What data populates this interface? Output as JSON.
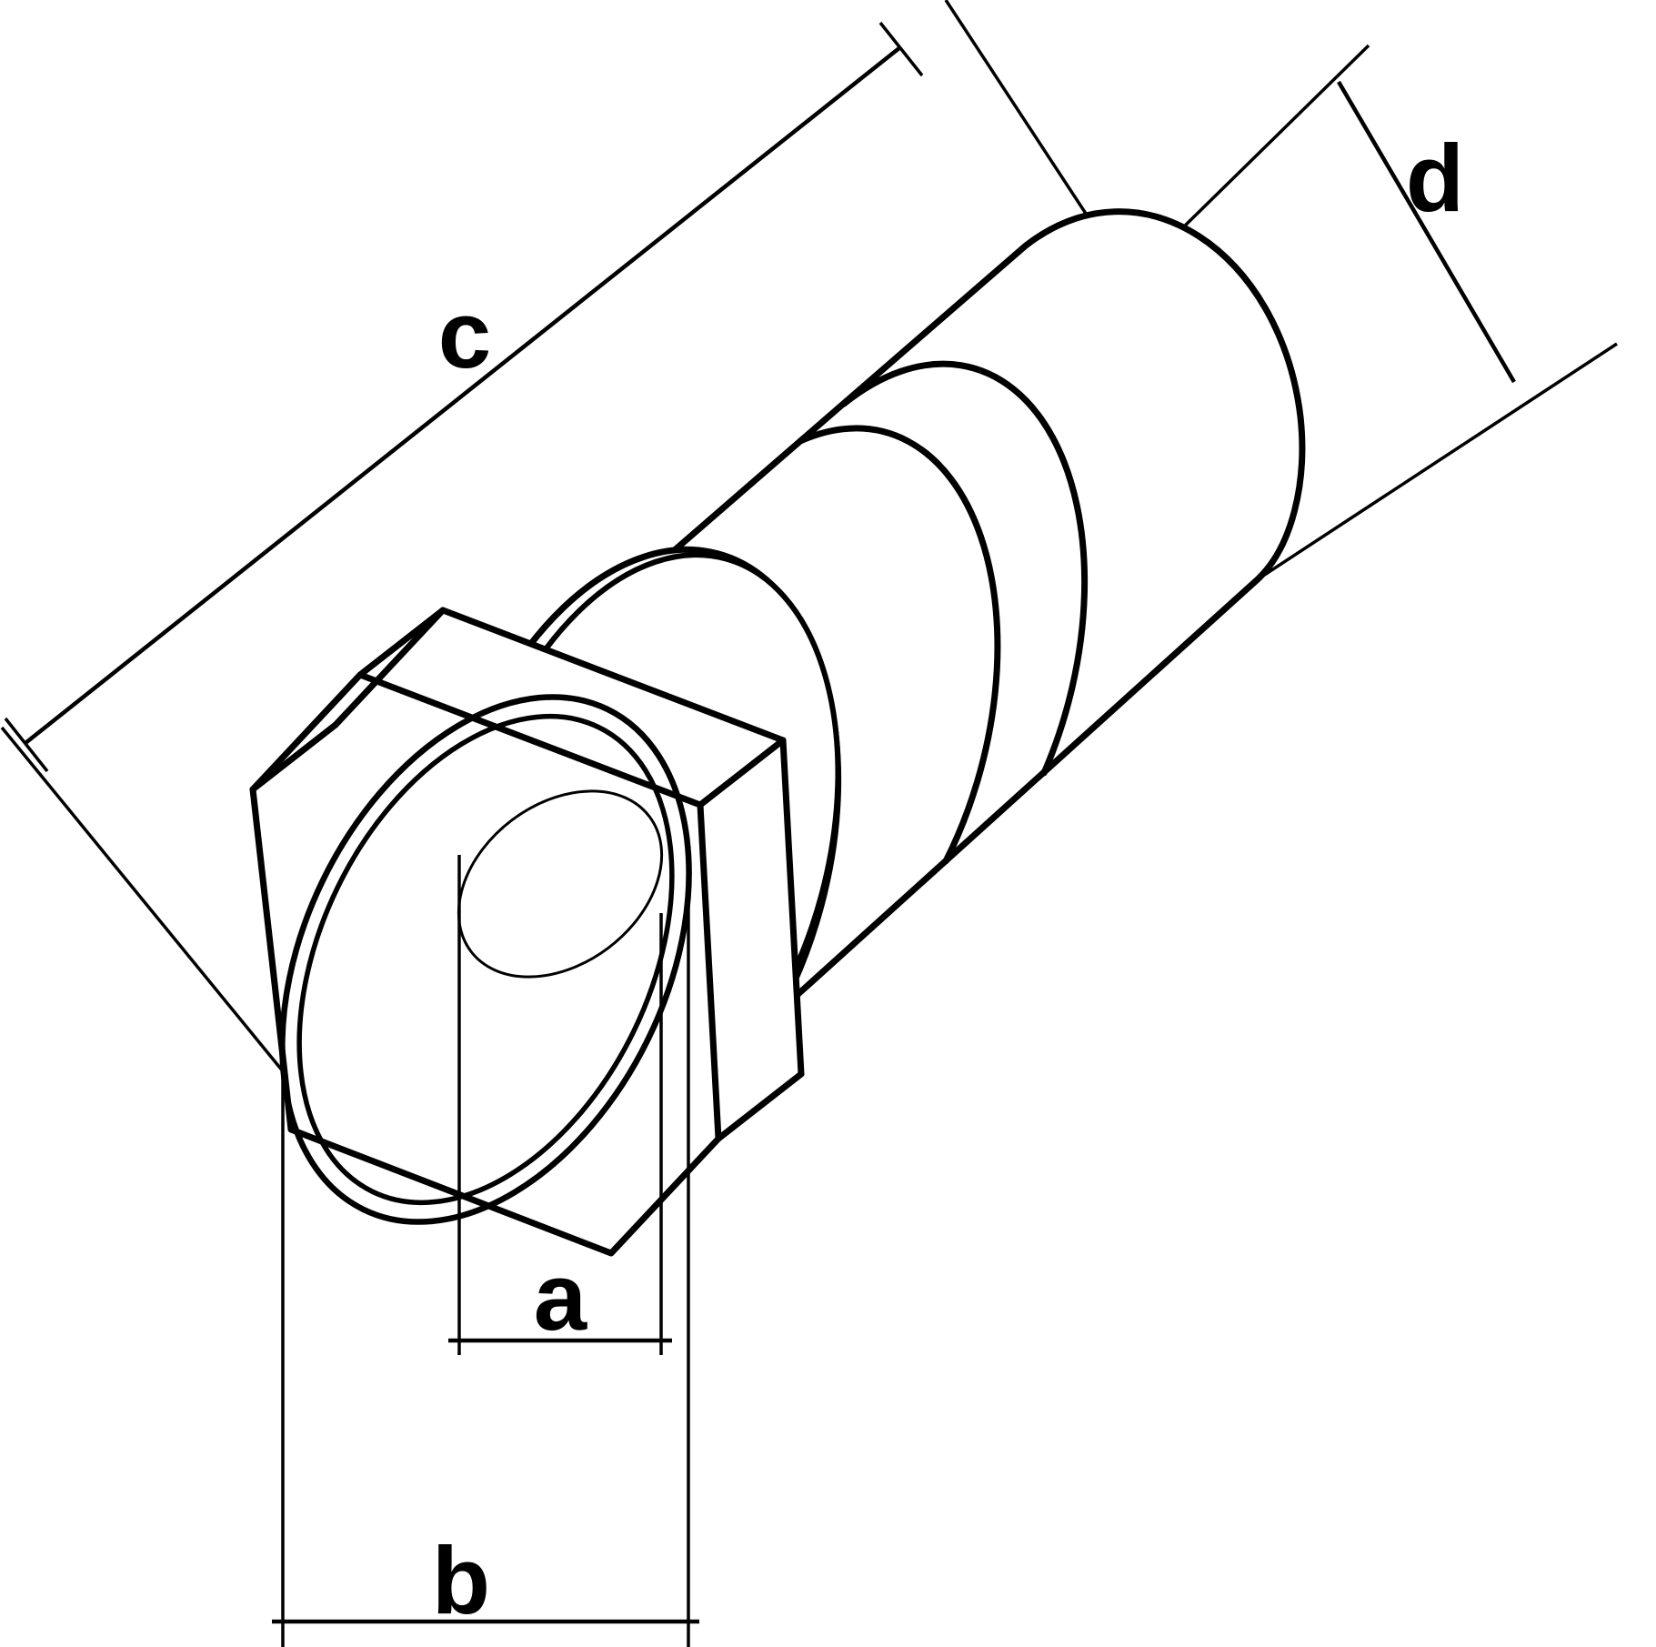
{
  "drawing": {
    "description_labels": {
      "bore_diameter": "a",
      "front_width": "b",
      "overall_length": "c",
      "rear_diameter": "d"
    },
    "colors": {
      "line": "#000000",
      "background": "#ffffff"
    }
  }
}
